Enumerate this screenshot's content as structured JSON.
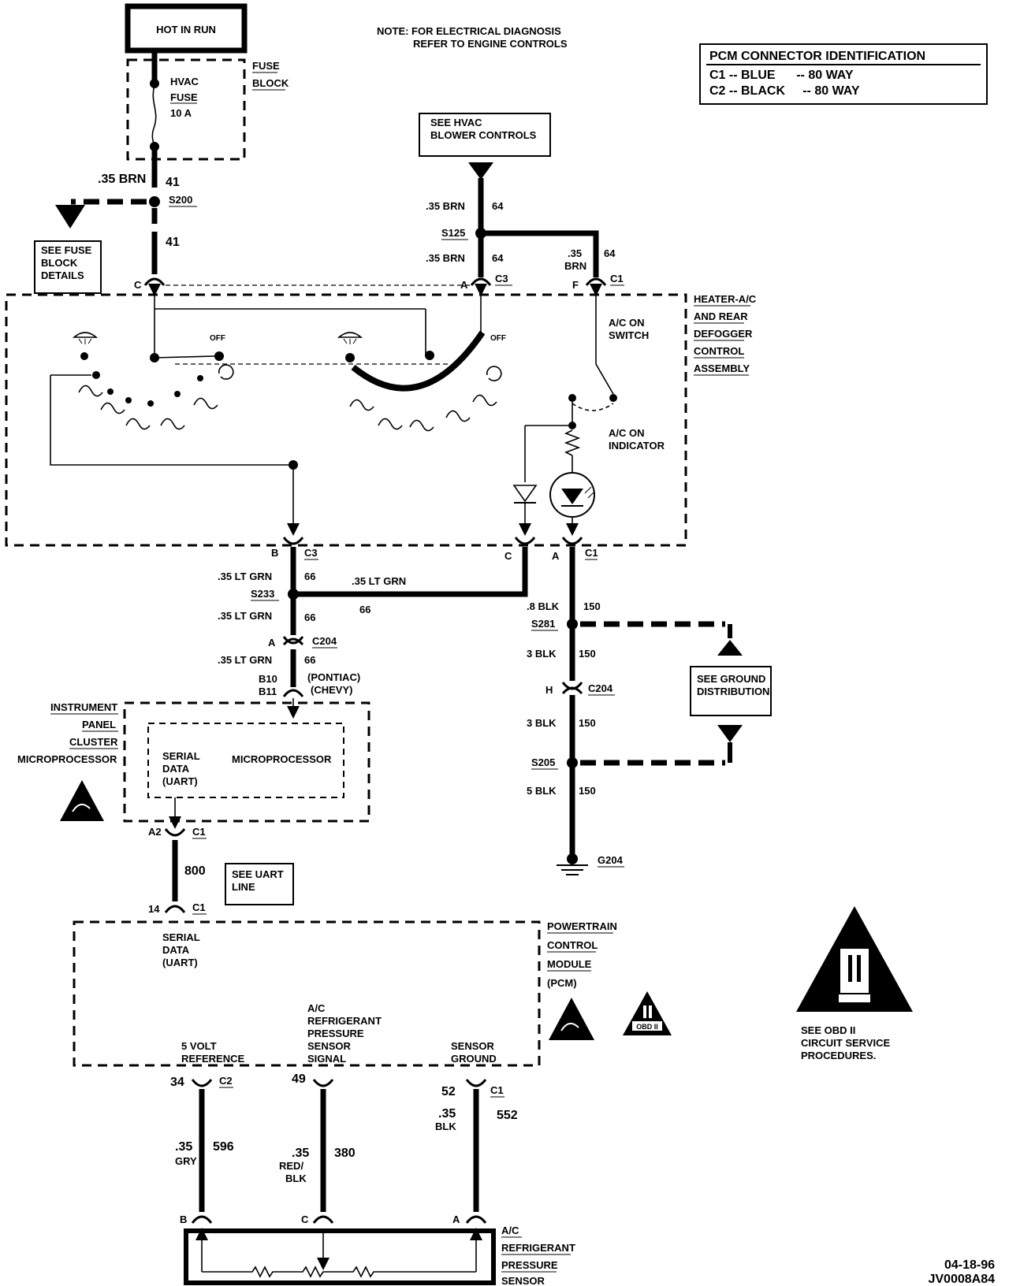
{
  "hot_in_run": "HOT IN RUN",
  "note": [
    "NOTE: FOR ELECTRICAL DIAGNOSIS",
    "REFER TO ENGINE CONTROLS"
  ],
  "pcm_table": {
    "title": "PCM CONNECTOR IDENTIFICATION",
    "row1": "C1 -- BLUE      -- 80 WAY",
    "row2": "C2 -- BLACK     -- 80 WAY"
  },
  "fuse_block": {
    "label1": "FUSE",
    "label2": "BLOCK",
    "fuse1": "HVAC",
    "fuse2": "FUSE",
    "fuse3": "10 A"
  },
  "wire_41": {
    "gauge": ".35 BRN",
    "circuit": "41",
    "splice": "S200",
    "circuit2": "41"
  },
  "see_fuse": [
    "SEE FUSE",
    "BLOCK",
    "DETAILS"
  ],
  "see_hvac": [
    "SEE HVAC",
    "BLOWER CONTROLS"
  ],
  "wire_64": {
    "g1": ".35 BRN",
    "c1": "64",
    "splice": "S125",
    "g2": ".35 BRN",
    "c2": "64",
    "g3a": ".35",
    "g3b": "BRN",
    "c3": "64"
  },
  "conn_top": {
    "c": "C",
    "a": "A",
    "c3": "C3",
    "f": "F",
    "c1": "C1"
  },
  "heater": [
    "HEATER-A/C",
    "AND REAR",
    "DEFOGGER",
    "CONTROL",
    "ASSEMBLY"
  ],
  "off1": "OFF",
  "off2": "OFF",
  "ac_switch": [
    "A/C ON",
    "SWITCH"
  ],
  "ac_indicator": [
    "A/C ON",
    "INDICATOR"
  ],
  "conn_mid": {
    "b": "B",
    "c3": "C3",
    "c": "C",
    "a": "A",
    "c1": "C1"
  },
  "wire_66": {
    "g1": ".35 LT GRN",
    "c1": "66",
    "splice": "S233",
    "g_h": ".35 LT GRN",
    "c_h": "66",
    "g2": ".35 LT GRN",
    "c2": "66",
    "conn": "A",
    "c204": "C204",
    "g3": ".35 LT GRN",
    "c3": "66",
    "b10": "B10",
    "b11": "B11",
    "pontiac": "(PONTIAC)",
    "chevy": "(CHEVY)"
  },
  "wire_150": {
    "g1": ".8 BLK",
    "c1": "150",
    "s281": "S281",
    "g2": "3 BLK",
    "c2": "150",
    "h": "H",
    "c204": "C204",
    "g3": "3 BLK",
    "c3": "150",
    "s205": "S205",
    "g4": "5 BLK",
    "c4": "150",
    "g204": "G204"
  },
  "see_ground": [
    "SEE GROUND",
    "DISTRIBUTION"
  ],
  "ipc": [
    "INSTRUMENT",
    "PANEL",
    "CLUSTER",
    "MICROPROCESSOR"
  ],
  "serial_data": [
    "SERIAL",
    "DATA",
    "(UART)"
  ],
  "microprocessor": "MICROPROCESSOR",
  "ipc_conn": {
    "a2": "A2",
    "c1": "C1"
  },
  "wire_800": "800",
  "see_uart": [
    "SEE UART",
    "LINE"
  ],
  "pcm_conn": {
    "n14": "14",
    "c1": "C1"
  },
  "pcm_serial": [
    "SERIAL",
    "DATA",
    "(UART)"
  ],
  "pcm": [
    "POWERTRAIN",
    "CONTROL",
    "MODULE",
    "(PCM)"
  ],
  "obd_small": "OBD II",
  "obd_note": [
    "SEE OBD II",
    "CIRCUIT SERVICE",
    "PROCEDURES."
  ],
  "pcm_pins": {
    "ref": [
      "5 VOLT",
      "REFERENCE"
    ],
    "sig": [
      "A/C",
      "REFRIGERANT",
      "PRESSURE",
      "SENSOR",
      "SIGNAL"
    ],
    "gnd": [
      "SENSOR",
      "GROUND"
    ],
    "p34": "34",
    "c2": "C2",
    "p49": "49",
    "p52": "52",
    "c1": "C1"
  },
  "wires_bottom": {
    "g596a": ".35",
    "g596b": "GRY",
    "c596": "596",
    "g380a": ".35",
    "g380b": "RED/",
    "g380c": "BLK",
    "c380": "380",
    "g552a": ".35",
    "g552b": "BLK",
    "c552": "552"
  },
  "sensor_conn": {
    "b": "B",
    "c": "C",
    "a": "A"
  },
  "sensor": [
    "A/C",
    "REFRIGERANT",
    "PRESSURE",
    "SENSOR"
  ],
  "footer": [
    "04-18-96",
    "JV0008A84"
  ]
}
